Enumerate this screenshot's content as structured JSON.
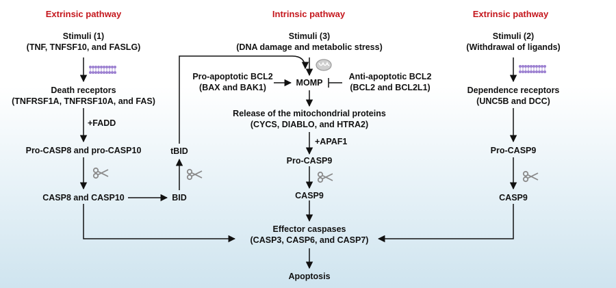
{
  "headers": {
    "extrinsic_left": "Extrinsic pathway",
    "intrinsic": "Intrinsic pathway",
    "extrinsic_right": "Extrinsic pathway"
  },
  "left": {
    "stimuli_1": "Stimuli (1)",
    "stimuli_2": "(TNF, TNFSF10, and FASLG)",
    "receptors_1": "Death receptors",
    "receptors_2": "(TNFRSF1A, TNFRSF10A, and FAS)",
    "fadd": "+FADD",
    "procasp": "Pro-CASP8 and pro-CASP10",
    "casp": "CASP8 and CASP10",
    "bid": "BID",
    "tbid": "tBID"
  },
  "middle": {
    "stimuli_1": "Stimuli (3)",
    "stimuli_2": "(DNA damage and metabolic stress)",
    "pro_1": "Pro-apoptotic BCL2",
    "pro_2": "(BAX and BAK1)",
    "anti_1": "Anti-apoptotic BCL2",
    "anti_2": "(BCL2 and BCL2L1)",
    "momp": "MOMP",
    "release_1": "Release of the mitochondrial proteins",
    "release_2": "(CYCS, DIABLO, and HTRA2)",
    "apaf": "+APAF1",
    "procasp9": "Pro-CASP9",
    "casp9": "CASP9",
    "effector_1": "Effector caspases",
    "effector_2": "(CASP3, CASP6, and CASP7)",
    "apoptosis": "Apoptosis"
  },
  "right": {
    "stimuli_1": "Stimuli (2)",
    "stimuli_2": "(Withdrawal of ligands)",
    "receptors_1": "Dependence receptors",
    "receptors_2": "(UNC5B and DCC)",
    "procasp9": "Pro-CASP9",
    "casp9": "CASP9"
  },
  "colors": {
    "header": "#c4161c",
    "membrane": "#9b7fd0",
    "mitochondrion": "#b8b8b8",
    "scissors": "#8a8a8a"
  }
}
